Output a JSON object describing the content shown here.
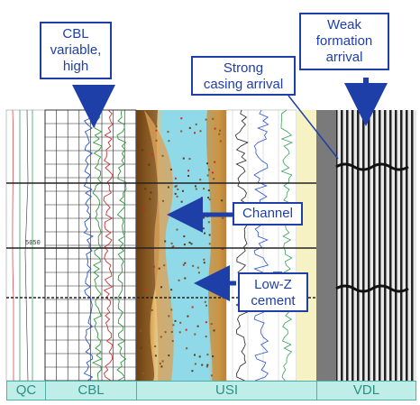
{
  "callouts": {
    "cbl": [
      "CBL",
      "variable,",
      "high"
    ],
    "strong_casing": [
      "Strong",
      "casing arrival"
    ],
    "weak_formation": [
      "Weak",
      "formation",
      "arrival"
    ],
    "channel": "Channel",
    "low_z": [
      "Low-Z",
      "cement"
    ]
  },
  "depth_label": "5050",
  "tracks": [
    "QC",
    "CBL",
    "USI",
    "VDL"
  ],
  "colors": {
    "callout_blue": "#1f3fa8",
    "track_bar": "#bfeee9",
    "track_text": "#2a8f87",
    "usi_cyan": "#8fd9e8",
    "usi_brown": "#8a5a22",
    "vdl_yellow": "#f6f2c4"
  }
}
